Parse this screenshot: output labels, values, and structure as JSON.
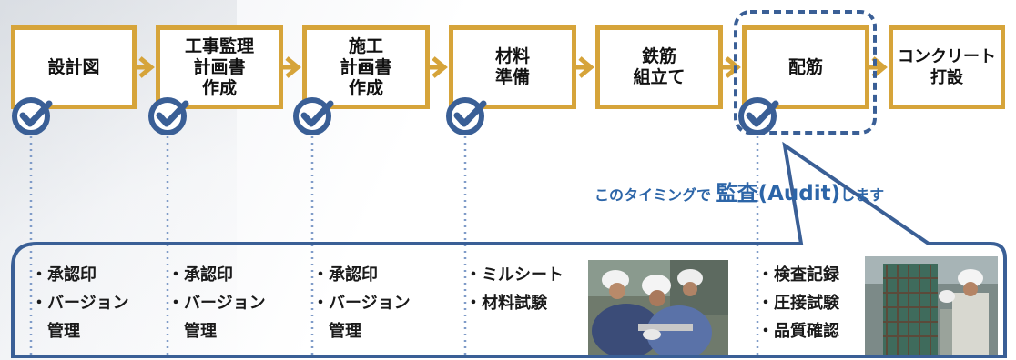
{
  "steps": [
    {
      "label": "設計図",
      "checked": true,
      "audit_target": false
    },
    {
      "label": "工事監理\n計画書\n作成",
      "checked": true,
      "audit_target": false
    },
    {
      "label": "施工\n計画書\n作成",
      "checked": true,
      "audit_target": false
    },
    {
      "label": "材料\n準備",
      "checked": true,
      "audit_target": false
    },
    {
      "label": "鉄筋\n組立て",
      "checked": false,
      "audit_target": false
    },
    {
      "label": "配筋",
      "checked": true,
      "audit_target": true
    },
    {
      "label": "コンクリート\n打設",
      "checked": false,
      "audit_target": false
    }
  ],
  "audit_callout": {
    "prefix": "このタイミングで",
    "emphasis": "監査",
    "paren": "(Audit)",
    "suffix": "します"
  },
  "details": [
    {
      "text": "・承認印\n・バージョン\n　管理"
    },
    {
      "text": "・承認印\n・バージョン\n　管理"
    },
    {
      "text": "・承認印\n・バージョン\n　管理"
    },
    {
      "text": "・ミルシート\n・材料試験"
    },
    {
      "text": "・検査記録\n・圧接試験\n・品質確認"
    }
  ],
  "photos": [
    {
      "subject": "inspectors-examining-rebar-sample"
    },
    {
      "subject": "inspectors-checking-rebar-cage"
    }
  ],
  "colors": {
    "step_border": "#d6a43a",
    "arrow": "#d6a43a",
    "accent_blue": "#3a5f96",
    "callout_text": "#2c65a8",
    "dotted_line": "#7f9bc8"
  }
}
